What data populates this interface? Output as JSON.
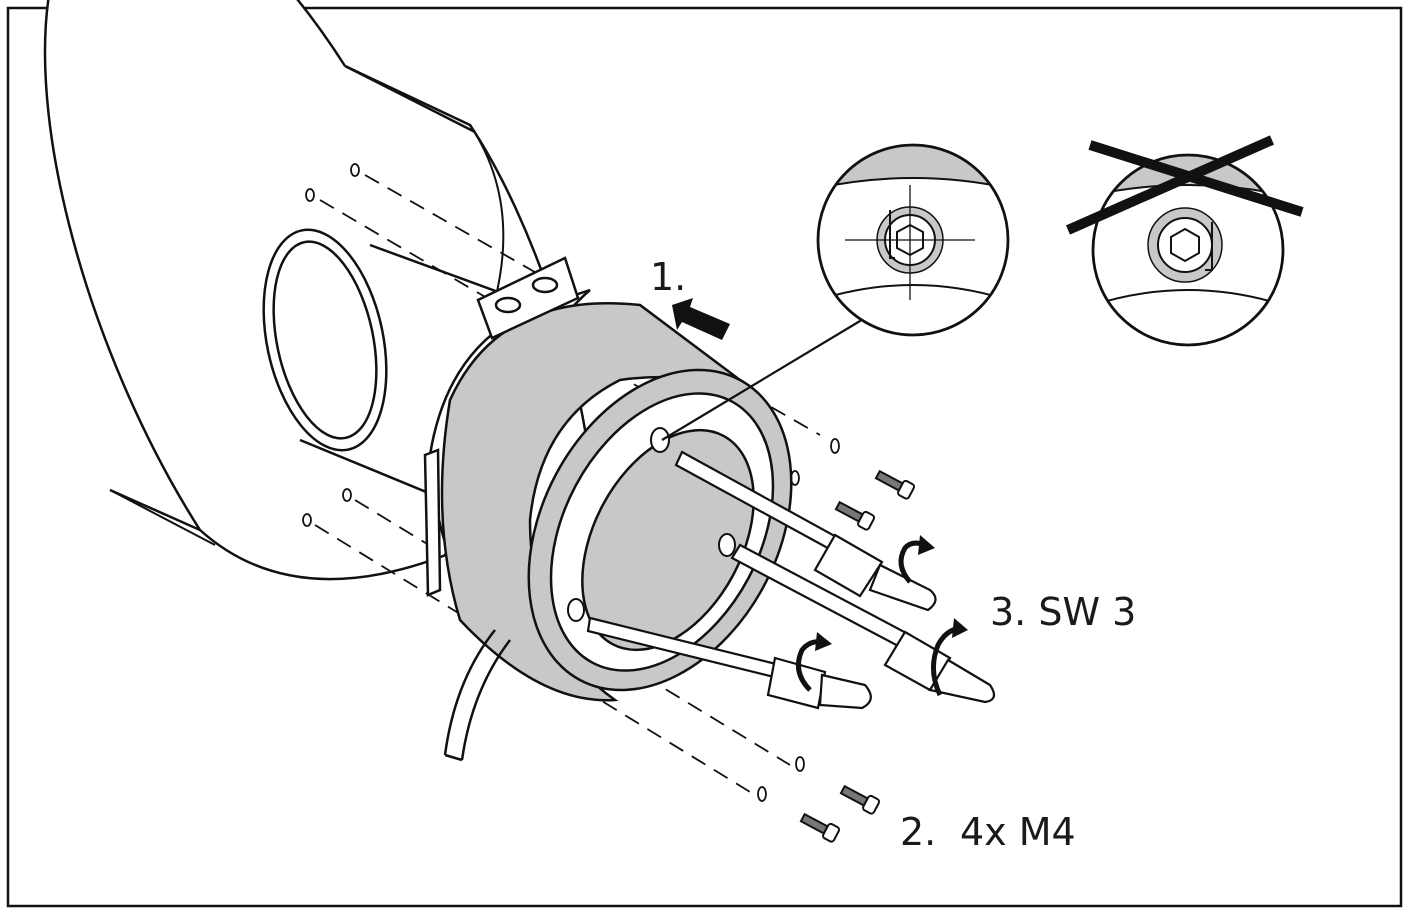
{
  "labels": {
    "step_1": "1.",
    "step_2": "2.",
    "step_2_spec": "4x M4",
    "step_3": "3. SW 3"
  },
  "colors": {
    "line": "#111111",
    "shade": "#c8c8c8",
    "background": "#ffffff"
  },
  "icons": {
    "push_arrow": "arrow-left-icon",
    "rotate_arrow": "rotate-arrow-icon",
    "wrong": "cross-out-icon"
  }
}
